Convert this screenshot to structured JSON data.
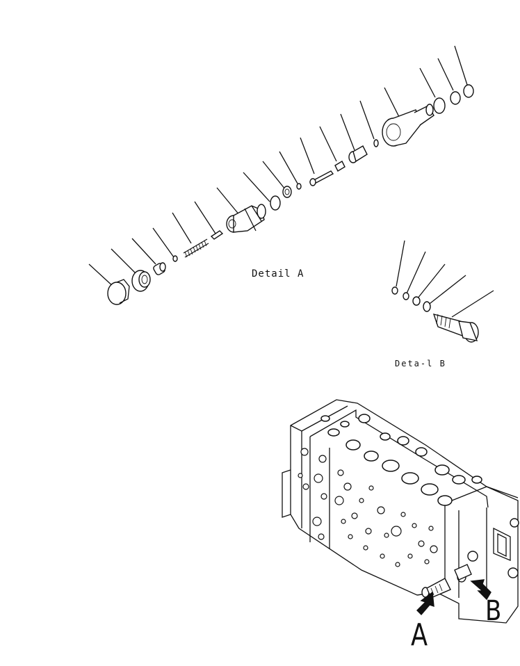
{
  "labels": {
    "detail_a": "Detail A",
    "detail_b": "Deta-l B",
    "arrow_a": "A",
    "arrow_b": "B"
  },
  "colors": {
    "ink": "#111111",
    "paper": "#ffffff"
  }
}
